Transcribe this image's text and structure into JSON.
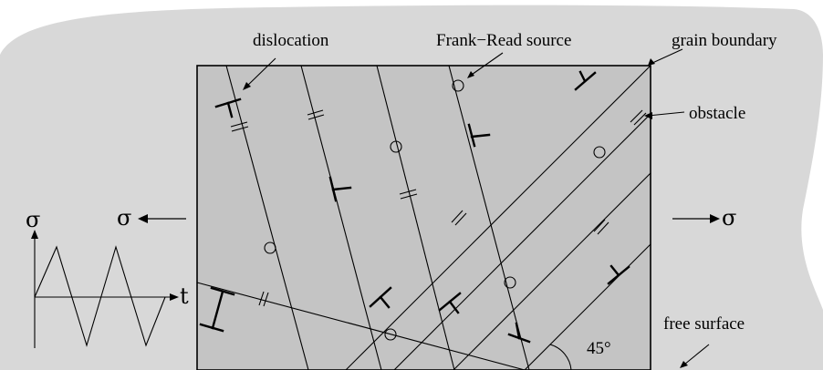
{
  "labels": {
    "dislocation": "dislocation",
    "frank_read_source": "Frank−Read source",
    "grain_boundary": "grain boundary",
    "obstacle": "obstacle",
    "free_surface": "free surface",
    "angle": "45°"
  },
  "stress": {
    "sigma": "σ",
    "time": "t"
  },
  "colors": {
    "background_blob": "#d8d8d8",
    "grain": "#c4c4c4",
    "ink": "#000000"
  }
}
